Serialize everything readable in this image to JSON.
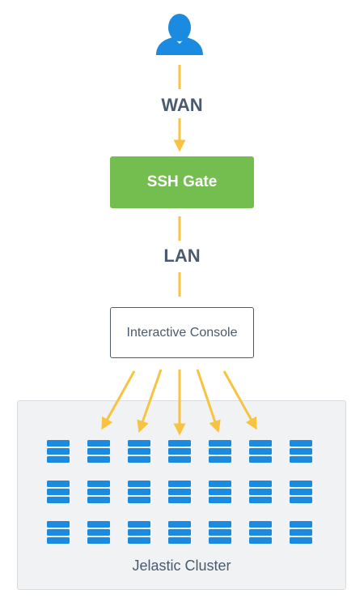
{
  "colors": {
    "arrow": "#f7c340",
    "user": "#1a8be0",
    "server": "#1a8be0",
    "ssh_gate": "#74be4f",
    "text": "#4b5a6d"
  },
  "icons": {
    "user": "user-icon",
    "server": "server-icon"
  },
  "labels": {
    "wan": "WAN",
    "lan": "LAN",
    "ssh_gate": "SSH Gate",
    "console": "Interactive Console",
    "cluster": "Jelastic Cluster"
  },
  "cluster": {
    "rows": 3,
    "columns": 7
  }
}
